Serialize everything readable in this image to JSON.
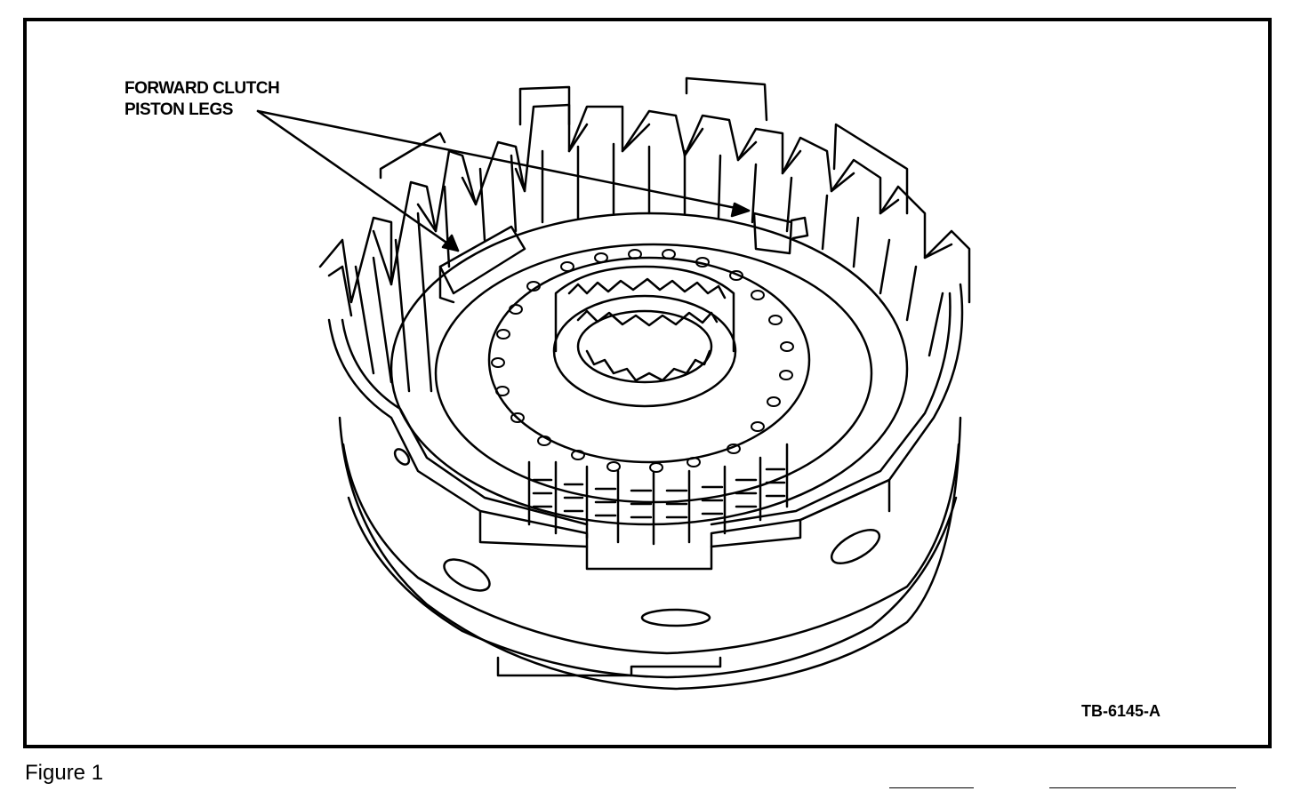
{
  "callout": {
    "line1": "FORWARD CLUTCH",
    "line2": "PISTON LEGS"
  },
  "figure_code": "TB-6145-A",
  "figure_caption": "Figure 1",
  "colors": {
    "ink": "#000000",
    "paper": "#ffffff"
  }
}
